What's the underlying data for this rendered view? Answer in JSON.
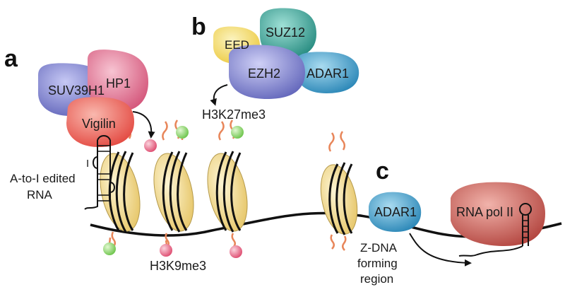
{
  "panels": {
    "a": "a",
    "b": "b",
    "c": "c"
  },
  "proteins": {
    "suv39h1": "SUV39H1",
    "hp1": "HP1",
    "vigilin": "Vigilin",
    "eed": "EED",
    "suz12": "SUZ12",
    "ezh2": "EZH2",
    "adar1_b": "ADAR1",
    "adar1_c": "ADAR1",
    "rna_pol": "RNA pol II"
  },
  "labels": {
    "h3k27me3": "H3K27me3",
    "h3k9me3": "H3K9me3",
    "edited_rna_1": "A-to-I edited",
    "edited_rna_2": "RNA",
    "inosine_1": "I",
    "inosine_2": "I",
    "zdna_1": "Z-DNA",
    "zdna_2": "forming",
    "zdna_3": "region"
  },
  "colors": {
    "suv39h1": "#7b7fcf",
    "hp1": "#e0708e",
    "vigilin": "#ea5a4e",
    "eed": "#f4de6a",
    "suz12": "#3aa69a",
    "ezh2": "#7c80d0",
    "adar1": "#3c9fcd",
    "rna_pol": "#c65a52",
    "nucleosome": "#f3dc92",
    "tail": "#e8865a",
    "mark_green": "#8ed86a",
    "mark_pink": "#ea6a88"
  }
}
